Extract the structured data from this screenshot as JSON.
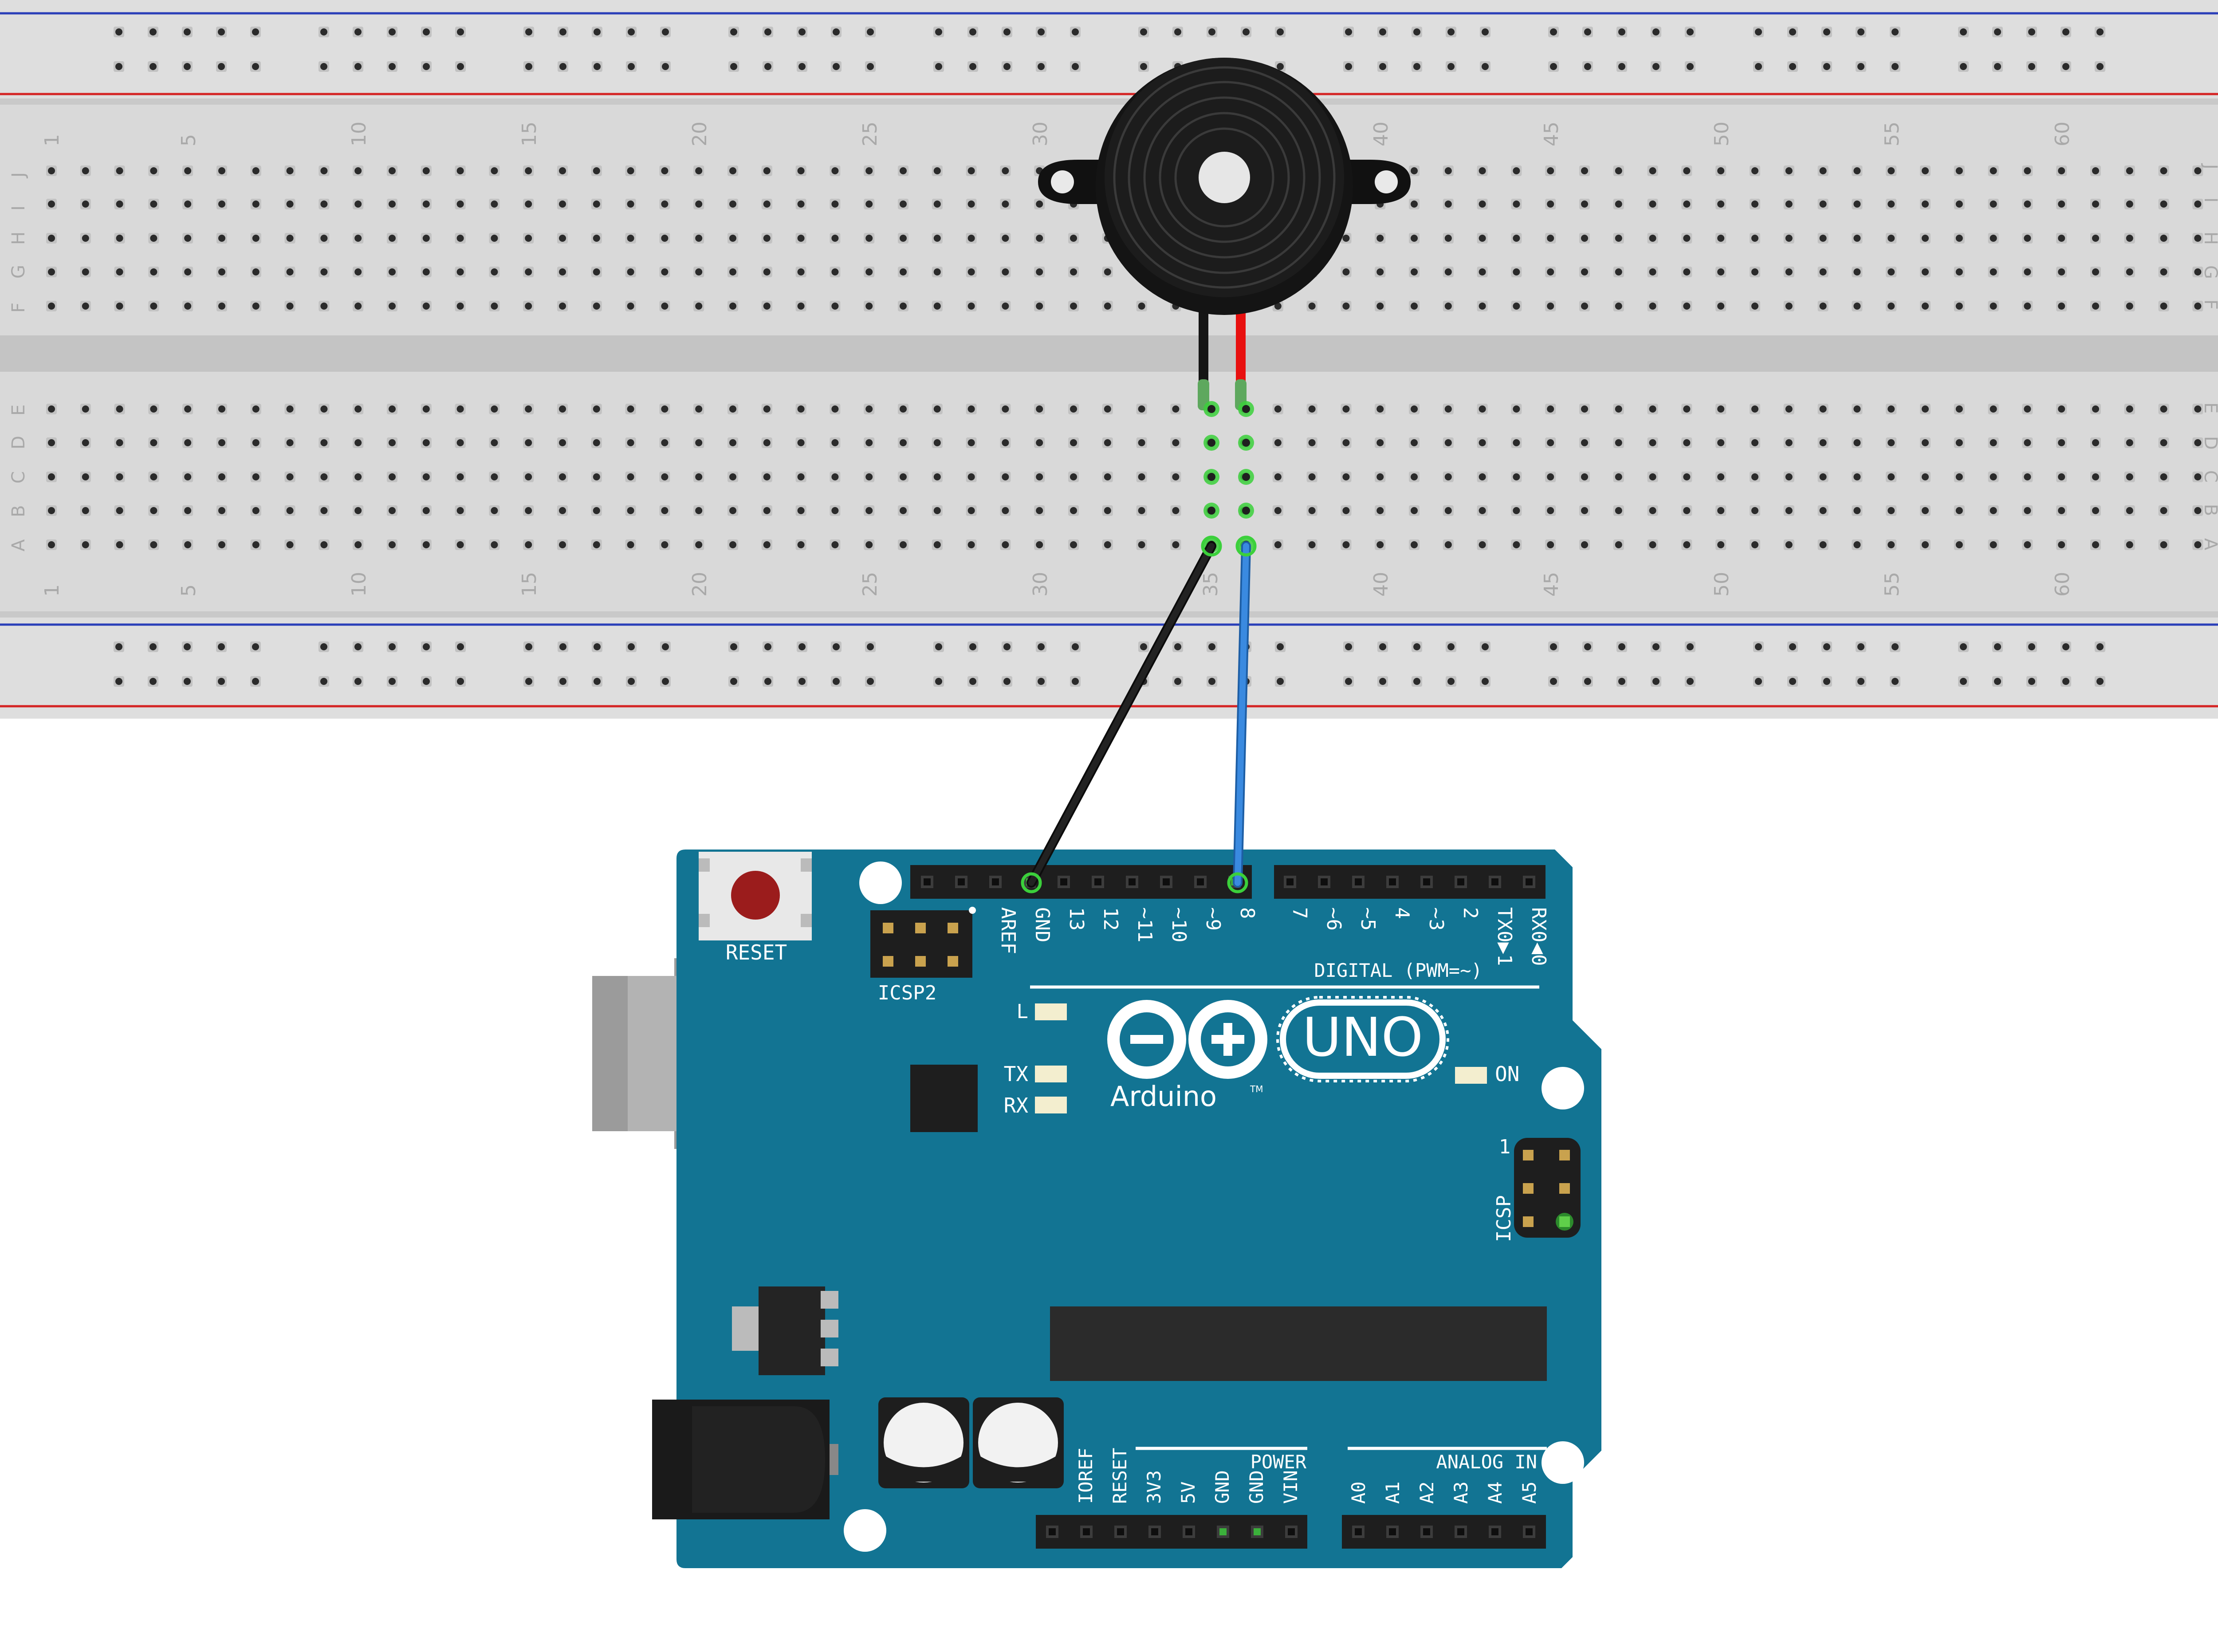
{
  "breadboard": {
    "column_numbers": [
      "1",
      "5",
      "10",
      "15",
      "20",
      "25",
      "30",
      "35",
      "40",
      "45",
      "50",
      "55",
      "60"
    ],
    "row_letters_top": [
      "J",
      "I",
      "H",
      "G",
      "F"
    ],
    "row_letters_bottom": [
      "E",
      "D",
      "C",
      "B",
      "A"
    ]
  },
  "arduino": {
    "reset_label": "RESET",
    "icsp2_label": "ICSP2",
    "icsp_label": "ICSP",
    "icsp_pin1": "1",
    "uno_label": "UNO",
    "brand_label": "Arduino",
    "trademark": "TM",
    "led_labels": {
      "l": "L",
      "tx": "TX",
      "rx": "RX",
      "on": "ON"
    },
    "digital_header_label": "DIGITAL (PWM=~)",
    "digital_pin_labels": [
      "AREF",
      "GND",
      "13",
      "12",
      "~11",
      "~10",
      "~9",
      "8",
      "7",
      "~6",
      "~5",
      "4",
      "~3",
      "2",
      "TX0▶1",
      "RX0◀0"
    ],
    "power_header_label": "POWER",
    "power_pin_labels": [
      "IOREF",
      "RESET",
      "3V3",
      "5V",
      "GND",
      "GND",
      "VIN"
    ],
    "analog_header_label": "ANALOG IN",
    "analog_pin_labels": [
      "A0",
      "A1",
      "A2",
      "A3",
      "A4",
      "A5"
    ]
  },
  "colors": {
    "board_blue": "#127493",
    "breadboard_body": "#d7d7d7",
    "wire_black": "#151515",
    "wire_red": "#e8100f",
    "wire_blue": "#2f7fd1",
    "highlight_green": "#3bd03b"
  },
  "wires": [
    {
      "name": "buzzer-to-gnd",
      "color": "black"
    },
    {
      "name": "buzzer-to-pin8",
      "color": "blue"
    }
  ]
}
